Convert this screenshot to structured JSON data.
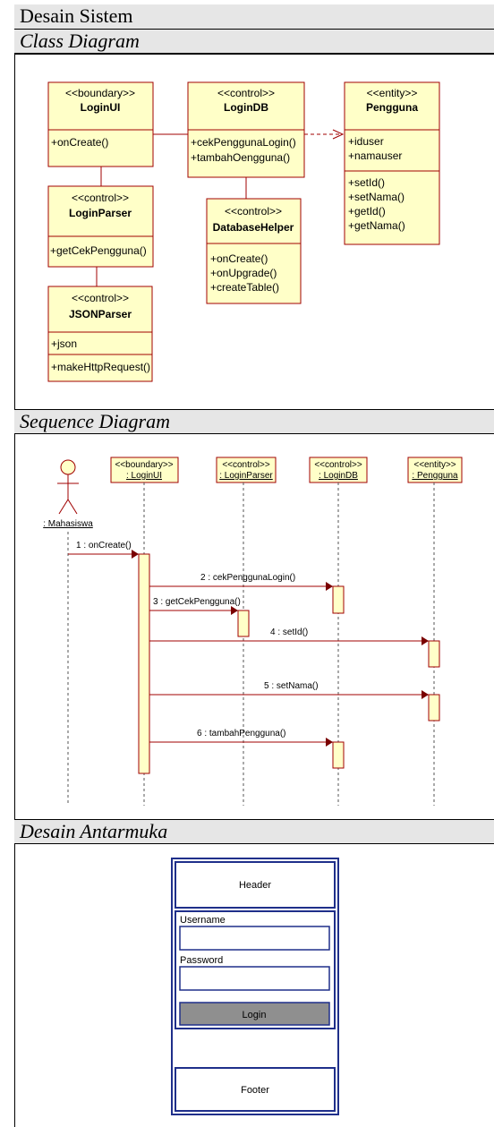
{
  "sections": {
    "system_design": "Desain Sistem",
    "class_diagram": "Class Diagram",
    "sequence_diagram": "Sequence Diagram",
    "interface_design": "Desain Antarmuka"
  },
  "class_diagram": {
    "classes": [
      {
        "stereotype": "<<boundary>>",
        "name": "LoginUI",
        "attributes": [],
        "methods": [
          "+onCreate()"
        ]
      },
      {
        "stereotype": "<<control>>",
        "name": "LoginDB",
        "attributes": [],
        "methods": [
          "+cekPenggunaLogin()",
          "+tambahOengguna()"
        ]
      },
      {
        "stereotype": "<<entity>>",
        "name": "Pengguna",
        "attributes": [
          "+iduser",
          "+namauser"
        ],
        "methods": [
          "+setId()",
          "+setNama()",
          "+getId()",
          "+getNama()"
        ]
      },
      {
        "stereotype": "<<control>>",
        "name": "LoginParser",
        "attributes": [],
        "methods": [
          "+getCekPengguna()"
        ]
      },
      {
        "stereotype": "<<control>>",
        "name": "DatabaseHelper",
        "attributes": [],
        "methods": [
          "+onCreate()",
          "+onUpgrade()",
          "+createTable()"
        ]
      },
      {
        "stereotype": "<<control>>",
        "name": "JSONParser",
        "attributes": [
          "+json"
        ],
        "methods": [
          "+makeHttpRequest()"
        ]
      }
    ]
  },
  "sequence_diagram": {
    "actor": ": Mahasiswa",
    "lifelines": [
      {
        "stereotype": "<<boundary>>",
        "name": ": LoginUI"
      },
      {
        "stereotype": "<<control>>",
        "name": ": LoginParser"
      },
      {
        "stereotype": "<<control>>",
        "name": ": LoginDB"
      },
      {
        "stereotype": "<<entity>>",
        "name": ": Pengguna"
      }
    ],
    "messages": [
      "1 : onCreate()",
      "2 : cekPenggunaLogin()",
      "3 : getCekPengguna()",
      "4 : setId()",
      "5 : setNama()",
      "6 : tambahPengguna()"
    ]
  },
  "interface_mockup": {
    "header": "Header",
    "username_label": "Username",
    "password_label": "Password",
    "login_button": "Login",
    "footer": "Footer"
  }
}
